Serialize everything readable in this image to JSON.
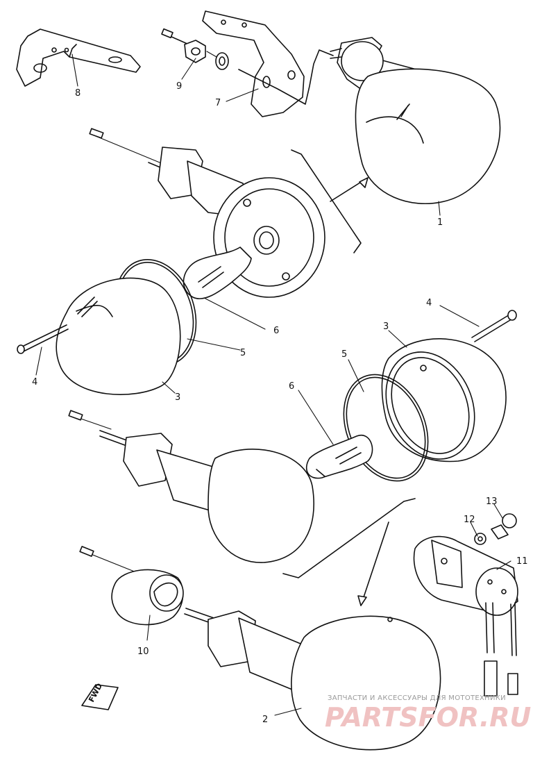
{
  "callouts": {
    "c1": "1",
    "c2": "2",
    "c3a": "3",
    "c3b": "3",
    "c4a": "4",
    "c4b": "4",
    "c5a": "5",
    "c5b": "5",
    "c6a": "6",
    "c6b": "6",
    "c7": "7",
    "c8": "8",
    "c9": "9",
    "c10": "10",
    "c11": "11",
    "c12": "12",
    "c13": "13"
  },
  "direction_marker": "FWD",
  "watermark": {
    "tagline": "ЗАПЧАСТИ И АКСЕССУАРЫ ДЛЯ МОТОТЕХНИКИ",
    "brand": "PARTSFOR.RU"
  }
}
